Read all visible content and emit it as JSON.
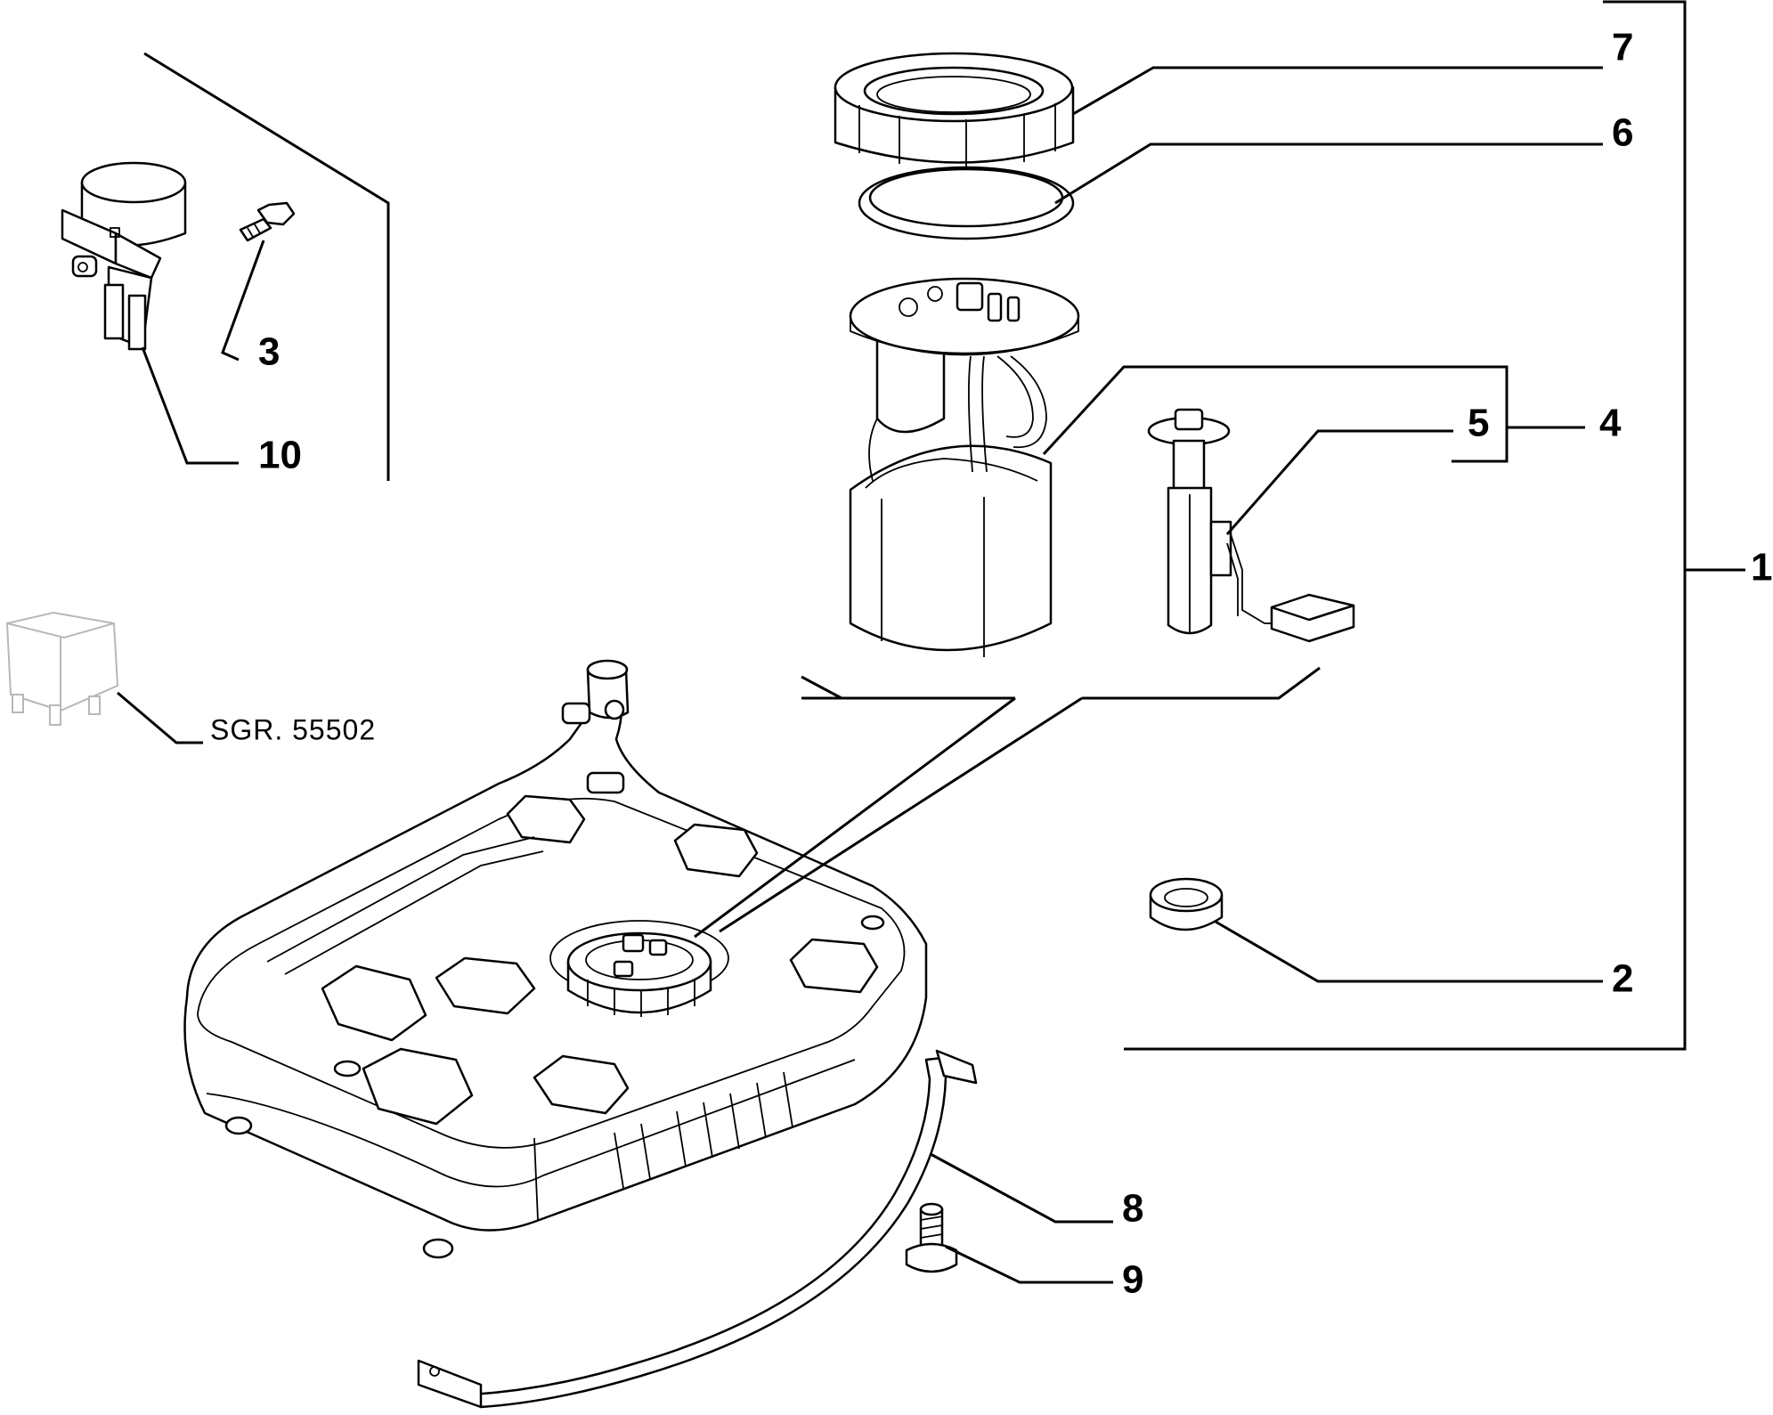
{
  "callouts": {
    "c1": "1",
    "c2": "2",
    "c3": "3",
    "c4": "4",
    "c5": "5",
    "c6": "6",
    "c7": "7",
    "c8": "8",
    "c9": "9",
    "c10": "10"
  },
  "reference": "SGR. 55502"
}
